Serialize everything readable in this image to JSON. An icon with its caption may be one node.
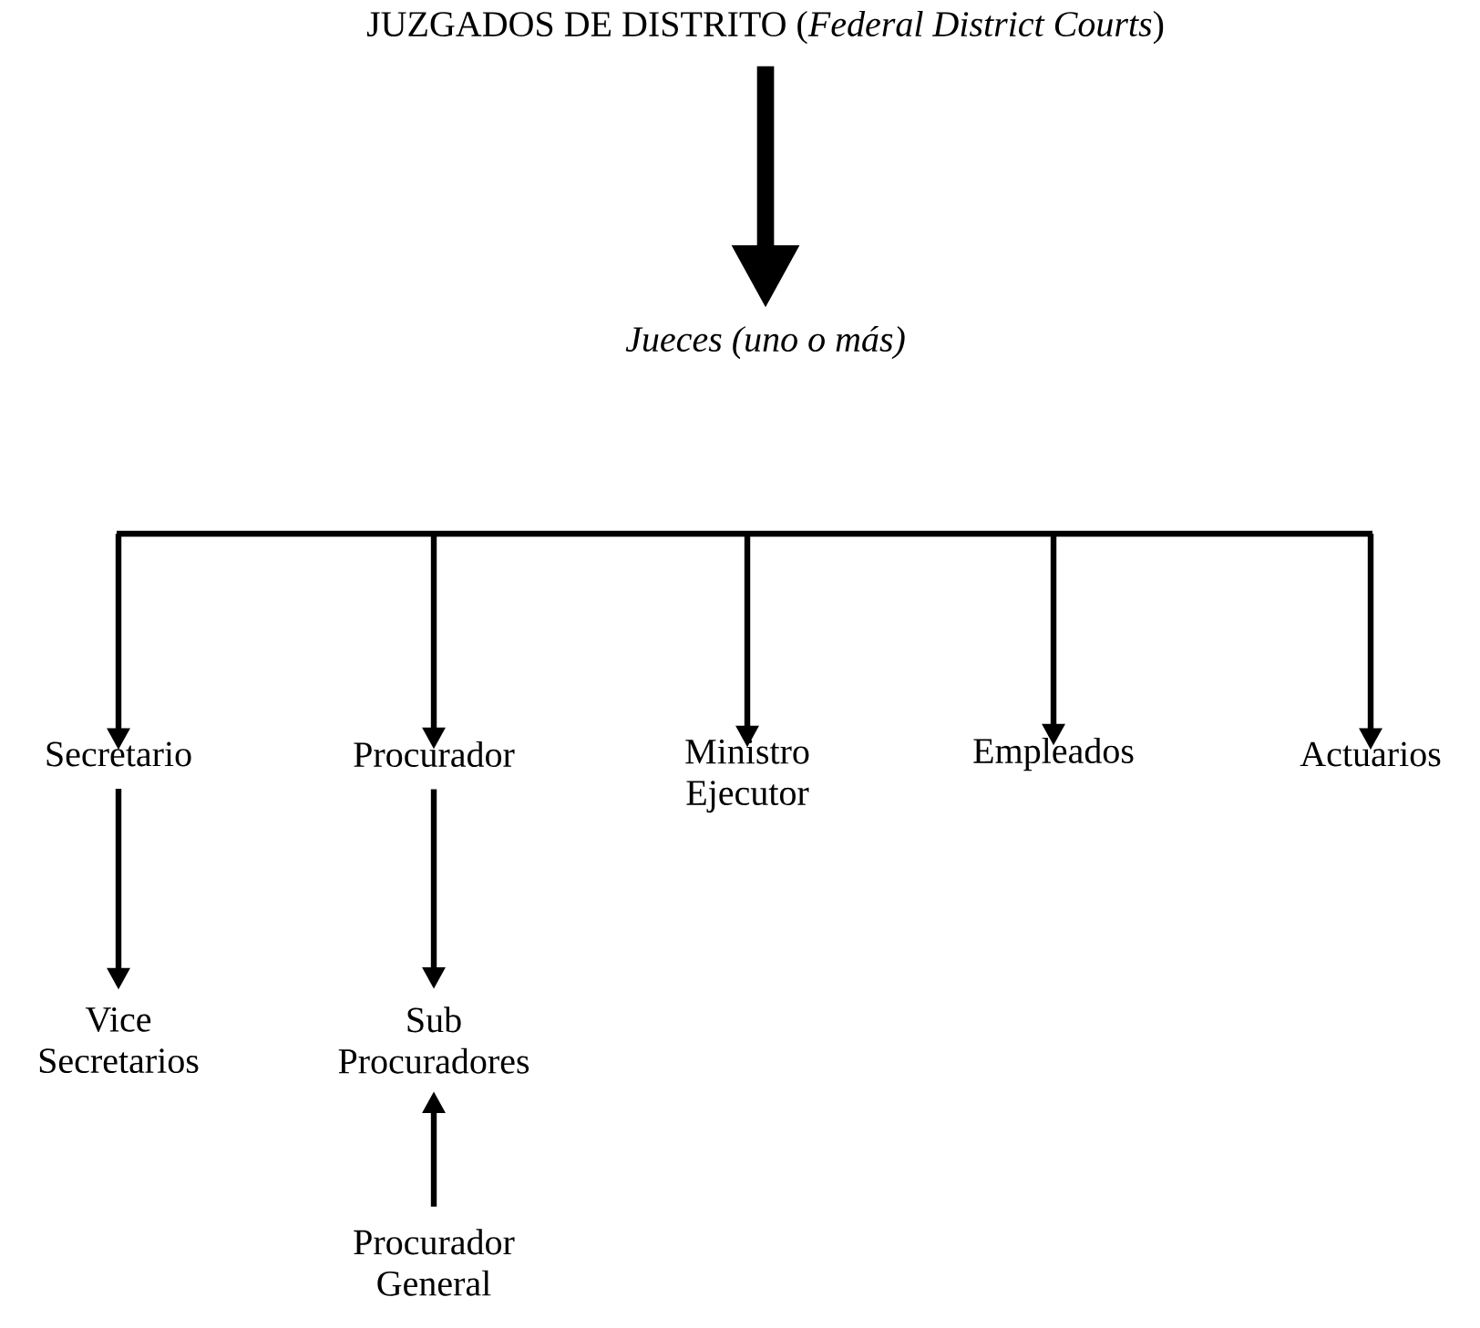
{
  "diagram": {
    "nodes": [
      {
        "text": [
          "JUZGADOS DE DISTRITO (*Federal District Courts*)"
        ]
      },
      {
        "text": [
          "Jueces (uno o más)"
        ]
      },
      {
        "text": [
          "Secretario"
        ]
      },
      {
        "text": [
          "Procurador"
        ]
      },
      {
        "text": [
          "Ministro Ejecutor"
        ]
      },
      {
        "text": [
          "Empleados"
        ]
      },
      {
        "text": [
          "Actuarios"
        ]
      },
      {
        "text": [
          "Vice Secretarios"
        ]
      },
      {
        "text": [
          "Sub Procuradores"
        ]
      },
      {
        "text": [
          "Procurador General"
        ]
      }
    ],
    "edges": [
      {
        "from": 0,
        "to": 1,
        "arrow": "to",
        "style": "thick"
      },
      {
        "from": null,
        "to": 2,
        "arrow": "to"
      },
      {
        "from": null,
        "to": 3,
        "arrow": "to"
      },
      {
        "from": null,
        "to": 4,
        "arrow": "to"
      },
      {
        "from": null,
        "to": 5,
        "arrow": "to"
      },
      {
        "from": null,
        "to": 6,
        "arrow": "to"
      },
      {
        "from": 2,
        "to": 7,
        "arrow": "to"
      },
      {
        "from": 3,
        "to": 8,
        "arrow": "to"
      },
      {
        "from": 9,
        "to": 8,
        "arrow": "to"
      }
    ]
  }
}
